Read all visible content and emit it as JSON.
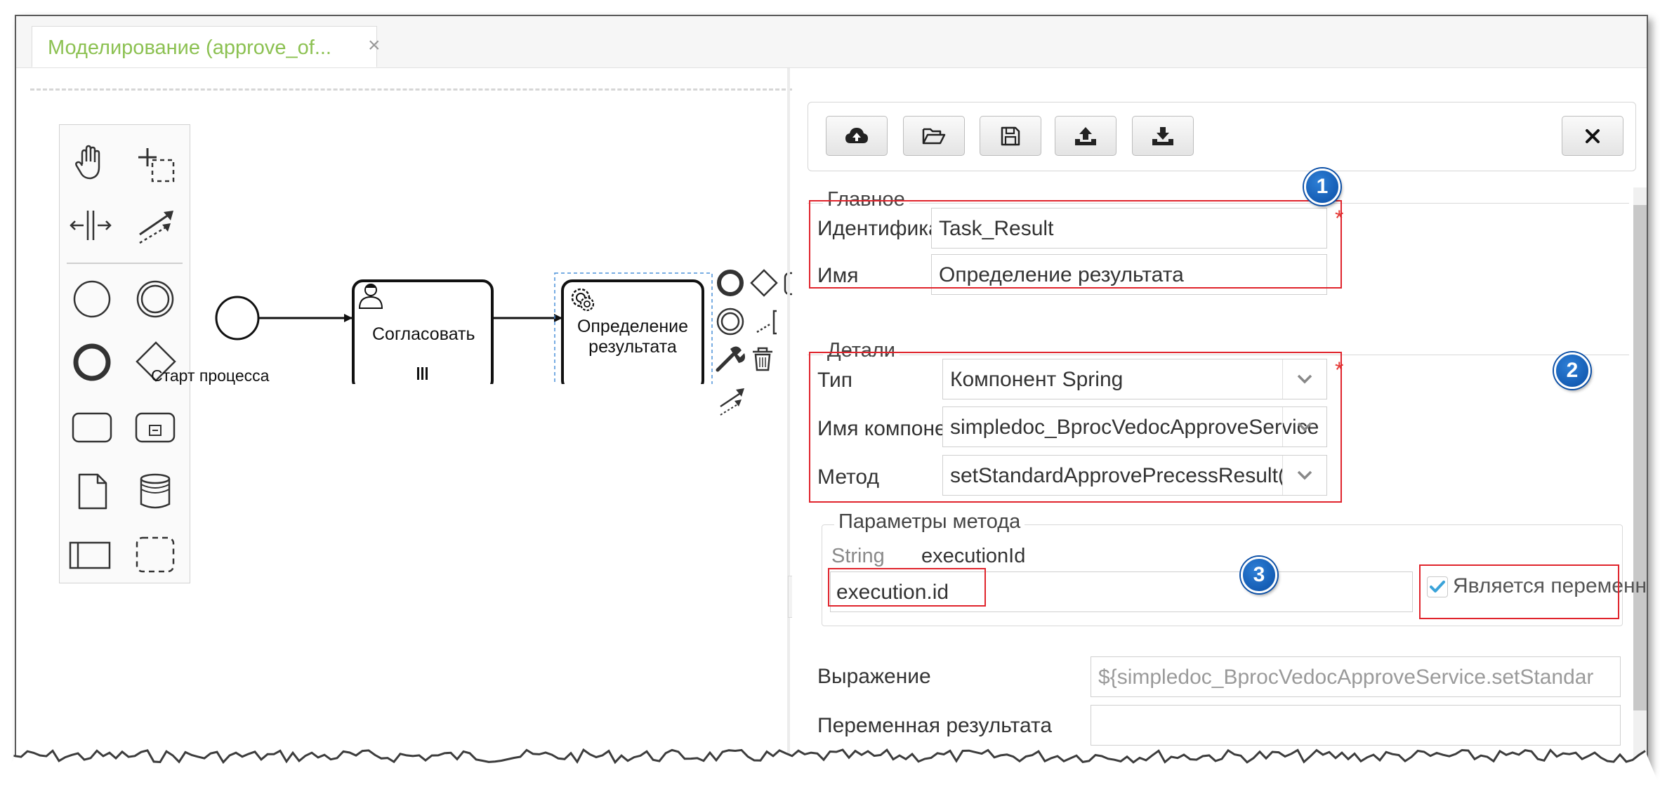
{
  "tab": {
    "title": "Моделирование (approve_of...",
    "close": "×"
  },
  "diagram": {
    "start_label": "Старт процесса",
    "task1": "Согласовать",
    "task2_line1": "Определение",
    "task2_line2": "результата"
  },
  "sections": {
    "main_legend": "Главное",
    "details_legend": "Детали",
    "params_legend": "Параметры метода"
  },
  "fields": {
    "id_label": "Идентификатор",
    "id_value": "Task_Result",
    "name_label": "Имя",
    "name_value": "Определение результата",
    "type_label": "Тип",
    "type_value": "Компонент Spring",
    "component_label": "Имя компонента",
    "component_value": "simpledoc_BprocVedocApproveService",
    "method_label": "Метод",
    "method_value": "setStandardApprovePrecessResult(String executionId)",
    "param_type": "String",
    "param_name": "executionId",
    "param_value": "execution.id",
    "is_variable_label": "Является переменной",
    "expression_label": "Выражение",
    "expression_value": "${simpledoc_BprocVedocApproveService.setStandar",
    "result_var_label": "Переменная результата",
    "result_var_value": ""
  },
  "required_mark": "*",
  "badges": [
    "1",
    "2",
    "3"
  ],
  "toolbar_icons": [
    "cloud-upload-icon",
    "folder-open-icon",
    "save-icon",
    "upload-icon",
    "download-icon",
    "close-icon"
  ],
  "colors": {
    "tab_text": "#8cc152",
    "highlight": "#e0242c",
    "badge": "#0b4fa6",
    "selection": "#4a90d9"
  }
}
